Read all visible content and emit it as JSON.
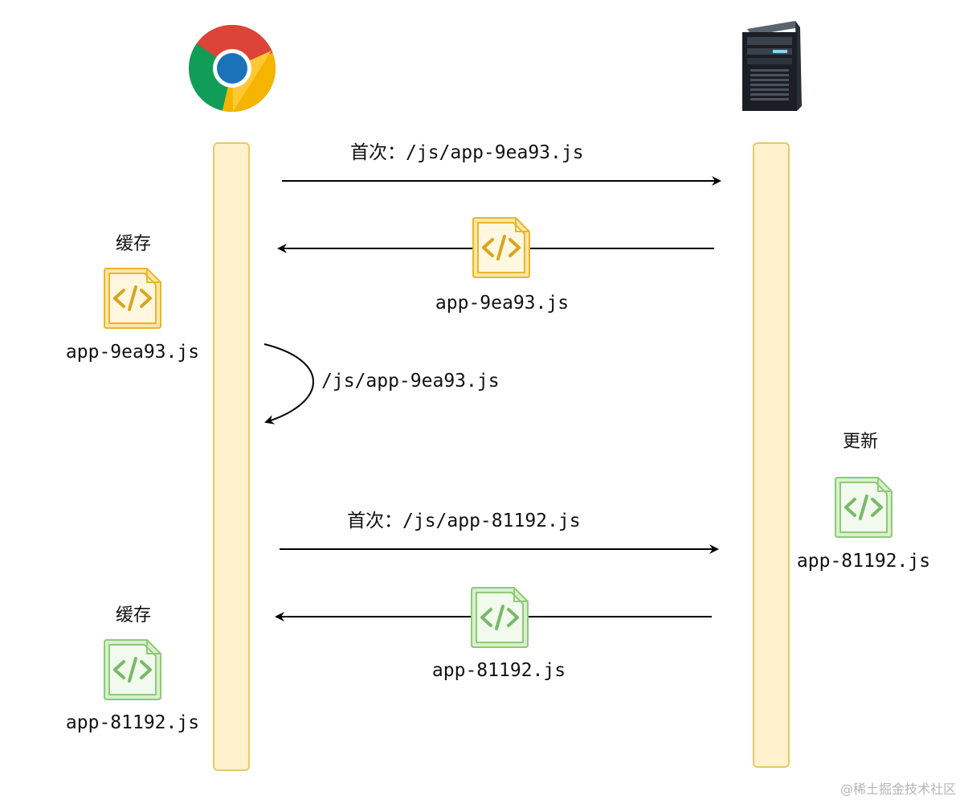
{
  "browser": {
    "icon": "chrome-icon"
  },
  "server": {
    "icon": "server-tower-icon"
  },
  "colors": {
    "lifeline_fill": "#fff2cc",
    "lifeline_border": "#e6c96a",
    "old_file_fill": "#ffe6a8",
    "old_file_border": "#e8b52e",
    "old_file_glyph": "#d9a520",
    "new_file_fill": "#d9f0cc",
    "new_file_border": "#8fc97a",
    "new_file_glyph": "#7ab86a",
    "arrow": "#000000"
  },
  "flow": {
    "request1": "首次：/js/app-9ea93.js",
    "response1_file": "app-9ea93.js",
    "cache1_caption": "缓存",
    "cache1_file": "app-9ea93.js",
    "self_request": "/js/app-9ea93.js",
    "server_update_caption": "更新",
    "server_update_file": "app-81192.js",
    "request2": "首次：/js/app-81192.js",
    "response2_file": "app-81192.js",
    "cache2_caption": "缓存",
    "cache2_file": "app-81192.js"
  },
  "watermark": "@稀土掘金技术社区"
}
